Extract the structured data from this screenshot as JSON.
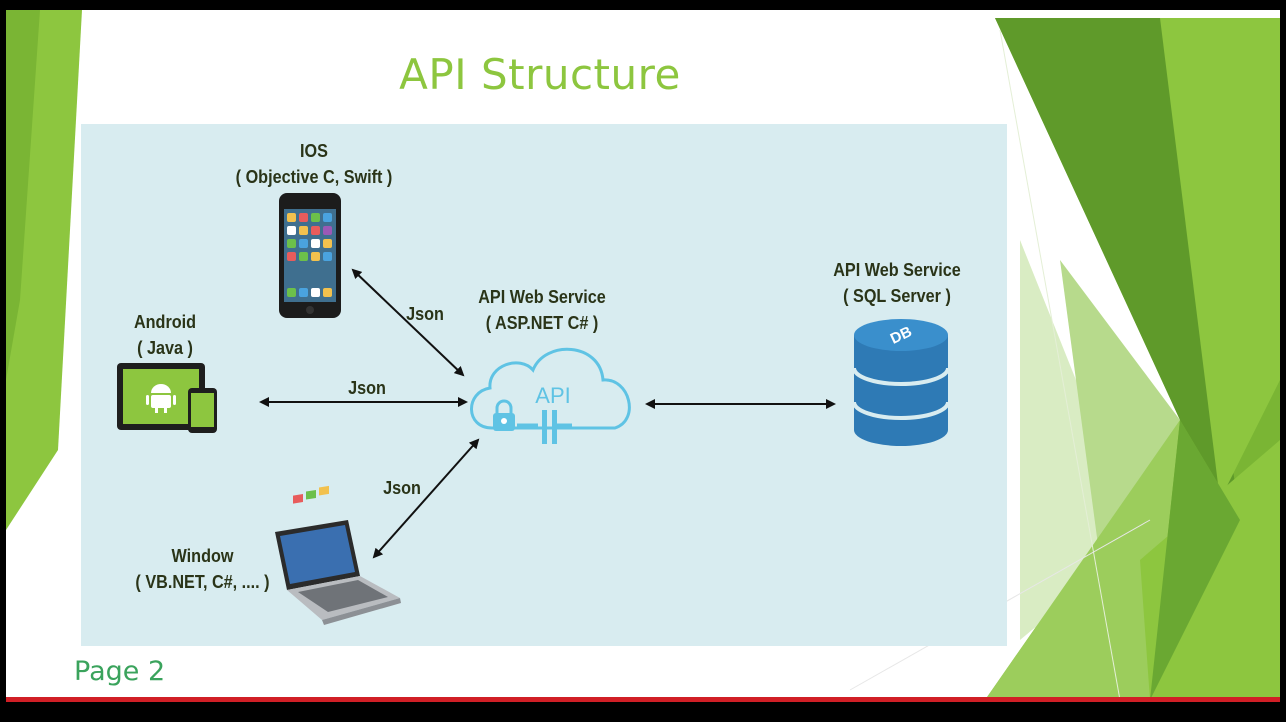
{
  "slide": {
    "title": "API Structure",
    "page_label": "Page 2"
  },
  "nodes": {
    "ios": {
      "name": "IOS",
      "tech": "( Objective C, Swift )"
    },
    "android": {
      "name": "Android",
      "tech": "( Java )"
    },
    "window": {
      "name": "Window",
      "tech": "( VB.NET, C#, .... )"
    },
    "api_service": {
      "name": "API Web Service",
      "tech": "( ASP.NET C# )",
      "icon_text": "API"
    },
    "db_service": {
      "name": "API Web Service",
      "tech": "( SQL Server )",
      "icon_text": "DB"
    }
  },
  "connections": [
    {
      "from": "ios",
      "to": "api_service",
      "label": "Json"
    },
    {
      "from": "android",
      "to": "api_service",
      "label": "Json"
    },
    {
      "from": "window",
      "to": "api_service",
      "label": "Json"
    },
    {
      "from": "api_service",
      "to": "db_service",
      "label": ""
    }
  ],
  "icons": {
    "phone": "smartphone-icon",
    "tablet": "android-tablet-icon",
    "laptop": "laptop-icon",
    "cloud": "cloud-api-icon",
    "database": "database-icon"
  },
  "colors": {
    "accent_green": "#8dc63f",
    "panel_bg": "#d8ecf0",
    "cloud_stroke": "#5fc3e4",
    "db_blue": "#2e7ab5",
    "page_number": "#3aa35c"
  }
}
